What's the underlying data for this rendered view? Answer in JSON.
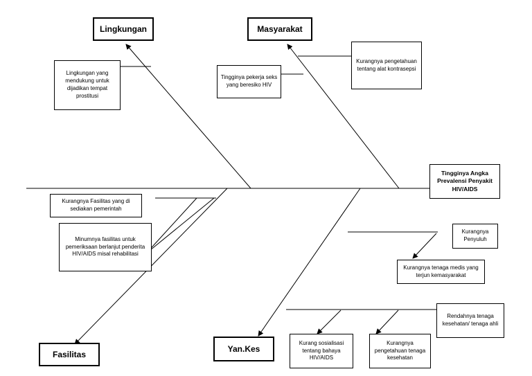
{
  "effect": "Tingginya Angka Prevalensi Penyakit HIV/AIDS",
  "categories": {
    "lingkungan": "Lingkungan",
    "masyarakat": "Masyarakat",
    "fasilitas": "Fasilitas",
    "yankes": "Yan.Kes"
  },
  "causes": {
    "lingkungan_1": "Lingkungan yang mendukung untuk dijadikan tempat prostitusi",
    "masyarakat_1": "Tingginya pekerja seks yang beresiko HIV",
    "masyarakat_2": "Kurangnya pengetahuan tentang alat kontrasepsi",
    "fasilitas_1": "Kurangnya Fasilitas yang di sediakan pemerintah",
    "fasilitas_2": "Minumnya fasilitas untuk pemeriksaan berlanjut penderita HIV/AIDS misal rehabilitasi",
    "yankes_1": "Kurangnya Penyuluh",
    "yankes_2": "Kurangnya tenaga medis yang terjun kemasyarakat",
    "yankes_3": "Rendahnya tenaga kesehatan/ tenaga ahli",
    "yankes_4": "Kurang sosialisasi tentang bahaya HIV/AIDS",
    "yankes_5": "Kurangnya pengetahuan tenaga kesehatan"
  }
}
